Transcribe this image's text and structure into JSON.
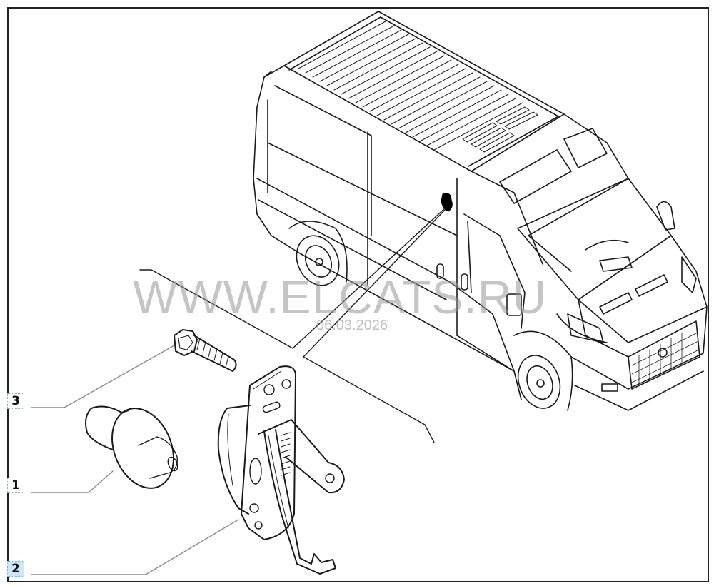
{
  "diagram": {
    "subject": "Van side sliding door lock / striker assembly",
    "watermark": "WWW.ELCATS.RU",
    "watermark_date": "06.03.2026",
    "colors": {
      "line": "#1a1a1a",
      "leader_line": "#8a8a8a",
      "callout_border": "#7fb0d8",
      "callout_active_fill": "#cfe6f7",
      "watermark": "#969696"
    },
    "callouts": [
      {
        "number": "3",
        "part": "bolt",
        "active": false
      },
      {
        "number": "1",
        "part": "striker pin",
        "active": false
      },
      {
        "number": "2",
        "part": "door lock / latch mechanism",
        "active": true
      }
    ]
  }
}
